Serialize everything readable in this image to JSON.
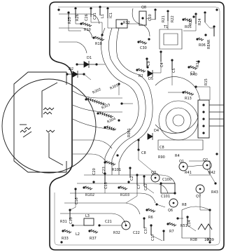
{
  "diagram": {
    "title": "",
    "labels": {
      "rear": "REAR",
      "r25": "R25",
      "r26": "R26",
      "c26": "C26",
      "c11": "C11",
      "l1": "L1",
      "ic1": "IC1",
      "c10": "C10",
      "r21": "R21",
      "r22": "R22",
      "r23": "R23",
      "r24": "R24",
      "r10": "R10",
      "r18": "R18",
      "c30": "C30",
      "t1": "T1",
      "r05": "R05",
      "r06": "R06",
      "d1": "D1",
      "d2": "D2",
      "r302": "R302",
      "r303": "R303",
      "r304": "R304",
      "r305": "R305",
      "c4": "C4",
      "c5": "C5",
      "c9": "C9",
      "r2": "R2",
      "c3": "C3",
      "r13": "R13",
      "r14": "R14",
      "r15": "R15",
      "r001": "R001",
      "c8": "C8",
      "c8b": "C8",
      "q1": "Q1",
      "q2": "Q2",
      "q3": "Q3",
      "q6": "Q6",
      "q7": "Q7",
      "r101": "R101",
      "r102": "R102",
      "r103": "R103",
      "r4": "R4",
      "c2": "C2",
      "c7": "C7",
      "c12": "C12",
      "c15": "C15",
      "c16": "C16",
      "c33": "C33",
      "r6": "R6",
      "r7": "R7",
      "r8": "R8",
      "r33": "R33",
      "r37": "R37",
      "r40": "R40",
      "r41": "R41",
      "r42": "R42",
      "r43": "R43",
      "c37": "C37",
      "d4": "D4",
      "l2": "L2",
      "l3": "L3",
      "c17": "C17",
      "c100": "C100",
      "c101": "C101",
      "r31": "R31",
      "c21": "C21",
      "r32": "R32",
      "c22": "C22",
      "r51": "R51",
      "c14": "C14",
      "r12": "R12",
      "q8": "Q8",
      "r39": "R39",
      "r38": "R38",
      "c23": "C23",
      "c20": "C20",
      "t100": "100",
      "d5": "D5",
      "r90": "R90"
    }
  }
}
